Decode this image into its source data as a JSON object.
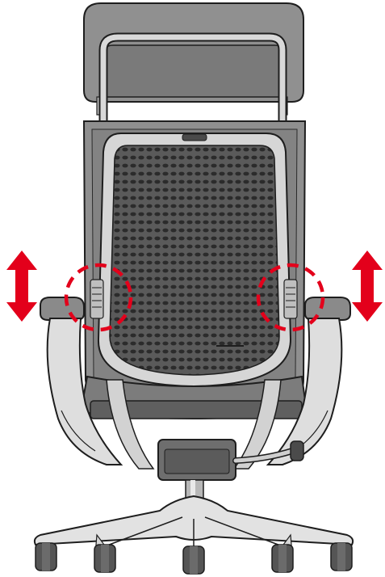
{
  "figure": {
    "subject": "office-chair-front-view",
    "callout": "armrest-height-adjustment"
  },
  "colors": {
    "shell": "#8f8f8f",
    "shell_dark": "#6e6e6e",
    "frame_light": "#dedede",
    "frame_mid": "#c8c8c8",
    "mesh": "#5a5a5a",
    "mesh_hole": "#2b2b2b",
    "base": "#e2e2e2",
    "caster": "#555555",
    "outline": "#1e1e1e",
    "accent_red": "#e3001b"
  },
  "indicators": [
    {
      "side": "left",
      "motion": "up-down"
    },
    {
      "side": "right",
      "motion": "up-down"
    }
  ]
}
